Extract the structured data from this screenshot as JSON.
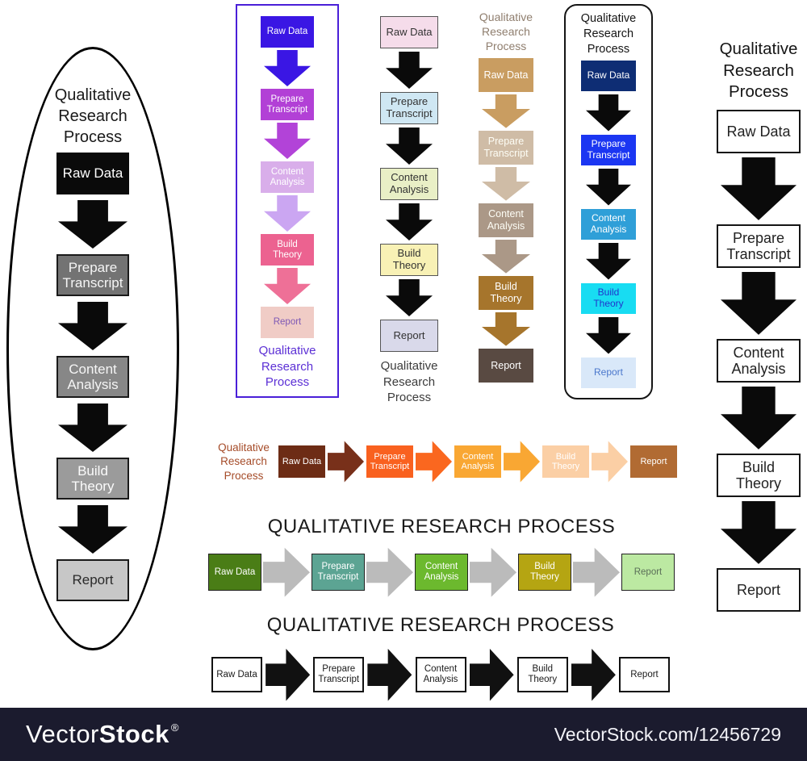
{
  "watermark": {
    "brand_light": "Vector",
    "brand_bold": "Stock",
    "registered": "®",
    "attribution": "VectorStock.com/12456729",
    "bar_color": "#1b1b2e"
  },
  "diagrams": [
    {
      "name": "flowchart-grayscale-ellipse",
      "layout": "vertical",
      "title": {
        "text": "Qualitative Research Process",
        "placement": "top",
        "color": "#1a1a1a"
      },
      "steps": [
        {
          "label": "Raw Data",
          "bg": "#0a0a0a",
          "color": "#ffffff",
          "border": "#0a0a0a"
        },
        {
          "label": "Prepare Transcript",
          "bg": "#737373",
          "color": "#f5f5f5",
          "border": "#1a1a1a"
        },
        {
          "label": "Content Analysis",
          "bg": "#878787",
          "color": "#f5f5f5",
          "border": "#1a1a1a"
        },
        {
          "label": "Build Theory",
          "bg": "#9b9b9b",
          "color": "#fbfbfb",
          "border": "#1a1a1a"
        },
        {
          "label": "Report",
          "bg": "#c7c7c7",
          "color": "#2a2a2a",
          "border": "#1a1a1a"
        }
      ],
      "arrow_colors": [
        "#0a0a0a",
        "#0a0a0a",
        "#0a0a0a",
        "#0a0a0a"
      ]
    },
    {
      "name": "flowchart-violet-framed",
      "layout": "vertical",
      "frame_color": "#4a1fd8",
      "title": {
        "text": "Qualitative Research Process",
        "placement": "bottom",
        "color": "#5b2fd5"
      },
      "steps": [
        {
          "label": "Raw Data",
          "bg": "#3a16e4",
          "color": "#ffffff"
        },
        {
          "label": "Prepare Transcript",
          "bg": "#b240d6",
          "color": "#ffffff"
        },
        {
          "label": "Content Analysis",
          "bg": "#d9aeea",
          "color": "#ffffff"
        },
        {
          "label": "Build Theory",
          "bg": "#ec6290",
          "color": "#ffffff"
        },
        {
          "label": "Report",
          "bg": "#f0ccc6",
          "color": "#7d58b5"
        }
      ],
      "arrow_colors": [
        "#3a16e4",
        "#b243d8",
        "#cba6f2",
        "#ee7097"
      ]
    },
    {
      "name": "flowchart-pastel",
      "layout": "vertical",
      "title": {
        "text": "Qualitative Research Process",
        "placement": "bottom",
        "color": "#3c3c3c"
      },
      "steps": [
        {
          "label": "Raw Data",
          "bg": "#f5dcea",
          "color": "#333333",
          "border": "#555555"
        },
        {
          "label": "Prepare Transcript",
          "bg": "#cfe7f3",
          "color": "#333333",
          "border": "#555555"
        },
        {
          "label": "Content Analysis",
          "bg": "#e9efc6",
          "color": "#333333",
          "border": "#555555"
        },
        {
          "label": "Build Theory",
          "bg": "#f8f1b5",
          "color": "#333333",
          "border": "#555555"
        },
        {
          "label": "Report",
          "bg": "#d9d9ea",
          "color": "#333333",
          "border": "#555555"
        }
      ],
      "arrow_colors": [
        "#0a0a0a",
        "#0a0a0a",
        "#0a0a0a",
        "#0a0a0a"
      ]
    },
    {
      "name": "flowchart-tan",
      "layout": "vertical",
      "title": {
        "text": "Qualitative Research Process",
        "placement": "top",
        "color": "#8f7e6e"
      },
      "steps": [
        {
          "label": "Raw Data",
          "bg": "#c99d61",
          "color": "#ffffff"
        },
        {
          "label": "Prepare Transcript",
          "bg": "#cfbca6",
          "color": "#fdfdf5"
        },
        {
          "label": "Content Analysis",
          "bg": "#ab9887",
          "color": "#fdfdf5"
        },
        {
          "label": "Build Theory",
          "bg": "#a6752c",
          "color": "#ffffff"
        },
        {
          "label": "Report",
          "bg": "#594a42",
          "color": "#ffffff"
        }
      ],
      "arrow_colors": [
        "#c99d61",
        "#cfbca6",
        "#ab9887",
        "#a6752c"
      ]
    },
    {
      "name": "flowchart-blue-rounded-frame",
      "layout": "vertical",
      "frame_color": "#151515",
      "title": {
        "text": "Qualitative Research Process",
        "placement": "top",
        "color": "#151515"
      },
      "steps": [
        {
          "label": "Raw Data",
          "bg": "#0e2d74",
          "color": "#ffffff"
        },
        {
          "label": "Prepare Transcript",
          "bg": "#1b36f2",
          "color": "#ffffff"
        },
        {
          "label": "Content Analysis",
          "bg": "#2f9fd8",
          "color": "#ffffff"
        },
        {
          "label": "Build Theory",
          "bg": "#18dcf2",
          "color": "#2135cc"
        },
        {
          "label": "Report",
          "bg": "#d9e8f9",
          "color": "#4a77cc"
        }
      ],
      "arrow_colors": [
        "#0a0a0a",
        "#0a0a0a",
        "#0a0a0a",
        "#0a0a0a"
      ]
    },
    {
      "name": "flowchart-outline-column",
      "layout": "vertical",
      "title": {
        "text": "Qualitative Research Process",
        "placement": "top",
        "color": "#151515"
      },
      "steps": [
        {
          "label": "Raw Data",
          "bg": "#ffffff",
          "color": "#222222",
          "border": "#151515"
        },
        {
          "label": "Prepare Transcript",
          "bg": "#ffffff",
          "color": "#222222",
          "border": "#151515"
        },
        {
          "label": "Content Analysis",
          "bg": "#ffffff",
          "color": "#222222",
          "border": "#151515"
        },
        {
          "label": "Build Theory",
          "bg": "#ffffff",
          "color": "#222222",
          "border": "#151515"
        },
        {
          "label": "Report",
          "bg": "#ffffff",
          "color": "#222222",
          "border": "#151515"
        }
      ],
      "arrow_colors": [
        "#0a0a0a",
        "#0a0a0a",
        "#0a0a0a",
        "#0a0a0a"
      ]
    },
    {
      "name": "flowchart-brown-horizontal",
      "layout": "horizontal",
      "title": {
        "text": "Qualitative Research Process",
        "placement": "left",
        "color": "#a54b28"
      },
      "steps": [
        {
          "label": "Raw Data",
          "bg": "#6d2c15",
          "color": "#ffffff"
        },
        {
          "label": "Prepare Transcript",
          "bg": "#f9611f",
          "color": "#ffffff"
        },
        {
          "label": "Content Analysis",
          "bg": "#f9a733",
          "color": "#ffffff"
        },
        {
          "label": "Build Theory",
          "bg": "#fbcfa5",
          "color": "#ffffff"
        },
        {
          "label": "Report",
          "bg": "#b16b33",
          "color": "#ffffff"
        }
      ],
      "arrow_colors": [
        "#78301a",
        "#fa671f",
        "#f9a733",
        "#fbcfa5"
      ]
    },
    {
      "name": "flowchart-green-horizontal",
      "layout": "horizontal",
      "title": {
        "text": "QUALITATIVE RESEARCH PROCESS",
        "placement": "top",
        "color": "#1a1a1a"
      },
      "steps": [
        {
          "label": "Raw Data",
          "bg": "#4a7d16",
          "color": "#ffffff",
          "border": "#222222"
        },
        {
          "label": "Prepare Transcript",
          "bg": "#5ca493",
          "color": "#ffffff",
          "border": "#222222"
        },
        {
          "label": "Content Analysis",
          "bg": "#6cb92e",
          "color": "#ffffff",
          "border": "#222222"
        },
        {
          "label": "Build Theory",
          "bg": "#b5a512",
          "color": "#ffffff",
          "border": "#222222"
        },
        {
          "label": "Report",
          "bg": "#bce9a2",
          "color": "#5a6e58",
          "border": "#222222"
        }
      ],
      "arrow_colors": [
        "#bbbbbb",
        "#bbbbbb",
        "#bbbbbb",
        "#bbbbbb"
      ]
    },
    {
      "name": "flowchart-blackwhite-horizontal",
      "layout": "horizontal",
      "title": {
        "text": "QUALITATIVE RESEARCH PROCESS",
        "placement": "top",
        "color": "#1a1a1a"
      },
      "steps": [
        {
          "label": "Raw Data",
          "bg": "#ffffff",
          "color": "#1a1a1a",
          "border": "#111111"
        },
        {
          "label": "Prepare Transcript",
          "bg": "#ffffff",
          "color": "#1a1a1a",
          "border": "#111111"
        },
        {
          "label": "Content Analysis",
          "bg": "#ffffff",
          "color": "#1a1a1a",
          "border": "#111111"
        },
        {
          "label": "Build Theory",
          "bg": "#ffffff",
          "color": "#1a1a1a",
          "border": "#111111"
        },
        {
          "label": "Report",
          "bg": "#ffffff",
          "color": "#1a1a1a",
          "border": "#111111"
        }
      ],
      "arrow_colors": [
        "#111111",
        "#111111",
        "#111111",
        "#111111"
      ]
    }
  ]
}
